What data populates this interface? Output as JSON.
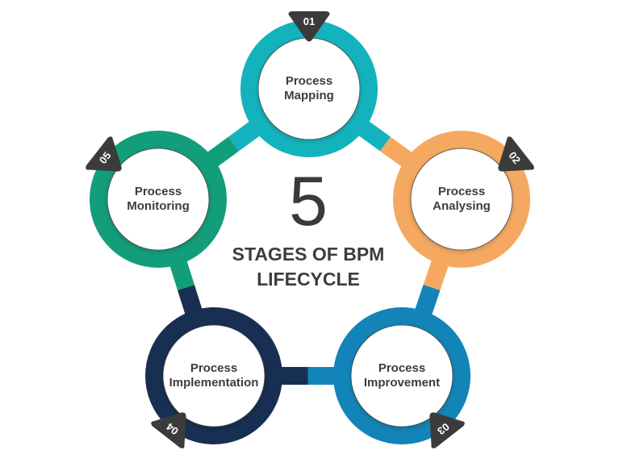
{
  "center": {
    "number": "5",
    "title_line1": "STAGES OF BPM",
    "title_line2": "LIFECYCLE"
  },
  "stages": [
    {
      "badge": "01",
      "line1": "Process",
      "line2": "Mapping",
      "color": "#13b3bd"
    },
    {
      "badge": "02",
      "line1": "Process",
      "line2": "Analysing",
      "color": "#f5a960"
    },
    {
      "badge": "03",
      "line1": "Process",
      "line2": "Improvement",
      "color": "#1384b7"
    },
    {
      "badge": "04",
      "line1": "Process",
      "line2": "Implementation",
      "color": "#172f53"
    },
    {
      "badge": "05",
      "line1": "Process",
      "line2": "Monitoring",
      "color": "#139e7b"
    }
  ],
  "colors": {
    "badge": "#3b3b3b",
    "text": "#3d3d3d",
    "circle_fill": "#ffffff"
  }
}
